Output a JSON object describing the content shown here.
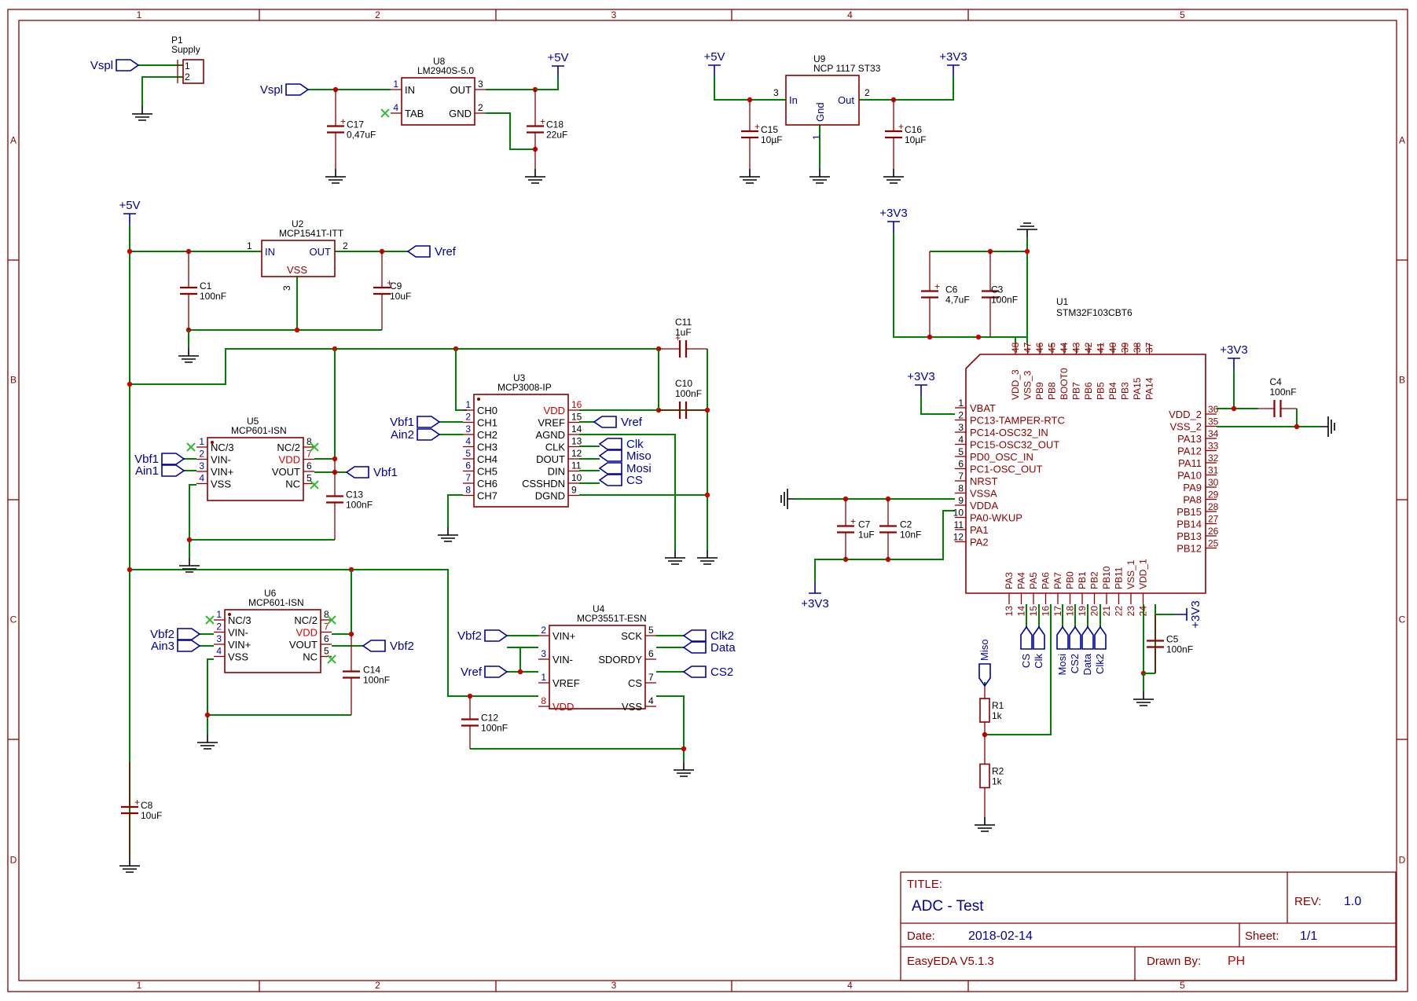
{
  "frame": {
    "columns": [
      "1",
      "2",
      "3",
      "4",
      "5"
    ],
    "rows": [
      "A",
      "B",
      "C",
      "D"
    ]
  },
  "title_block": {
    "title_label": "TITLE:",
    "title": "ADC - Test",
    "rev_label": "REV:",
    "rev": "1.0",
    "date_label": "Date:",
    "date": "2018-02-14",
    "sheet_label": "Sheet:",
    "sheet": "1/1",
    "tool": "EasyEDA V5.1.3",
    "drawn_label": "Drawn By:",
    "drawn_by": "PH"
  },
  "components": {
    "P1": {
      "ref": "P1",
      "value": "Supply",
      "pins": [
        "1",
        "2"
      ]
    },
    "U8": {
      "ref": "U8",
      "value": "LM2940S-5.0",
      "pins": [
        {
          "num": "1",
          "name": "IN"
        },
        {
          "num": "4",
          "name": "TAB"
        },
        {
          "num": "3",
          "name": "OUT"
        },
        {
          "num": "2",
          "name": "GND"
        }
      ]
    },
    "U9": {
      "ref": "U9",
      "value": "NCP 1117 ST33",
      "pins": [
        {
          "num": "3",
          "name": "In"
        },
        {
          "num": "2",
          "name": "Out"
        },
        {
          "num": "1",
          "name": "Gnd"
        }
      ]
    },
    "U2": {
      "ref": "U2",
      "value": "MCP1541T-ITT",
      "pins": [
        {
          "num": "1",
          "name": "IN"
        },
        {
          "num": "2",
          "name": "OUT"
        },
        {
          "num": "3",
          "name": "VSS"
        }
      ]
    },
    "U3": {
      "ref": "U3",
      "value": "MCP3008-IP",
      "left": [
        {
          "num": "1",
          "name": "CH0"
        },
        {
          "num": "2",
          "name": "CH1"
        },
        {
          "num": "3",
          "name": "CH2"
        },
        {
          "num": "4",
          "name": "CH3"
        },
        {
          "num": "5",
          "name": "CH4"
        },
        {
          "num": "6",
          "name": "CH5"
        },
        {
          "num": "7",
          "name": "CH6"
        },
        {
          "num": "8",
          "name": "CH7"
        }
      ],
      "right": [
        {
          "num": "16",
          "name": "VDD"
        },
        {
          "num": "15",
          "name": "VREF"
        },
        {
          "num": "14",
          "name": "AGND"
        },
        {
          "num": "13",
          "name": "CLK"
        },
        {
          "num": "12",
          "name": "DOUT"
        },
        {
          "num": "11",
          "name": "DIN"
        },
        {
          "num": "10",
          "name": "CSSHDN"
        },
        {
          "num": "9",
          "name": "DGND"
        }
      ]
    },
    "U5": {
      "ref": "U5",
      "value": "MCP601-ISN",
      "left": [
        {
          "num": "1",
          "name": "NC/3"
        },
        {
          "num": "2",
          "name": "VIN-"
        },
        {
          "num": "3",
          "name": "VIN+"
        },
        {
          "num": "4",
          "name": "VSS"
        }
      ],
      "right": [
        {
          "num": "8",
          "name": "NC/2"
        },
        {
          "num": "7",
          "name": "VDD"
        },
        {
          "num": "6",
          "name": "VOUT"
        },
        {
          "num": "5",
          "name": "NC"
        }
      ]
    },
    "U6": {
      "ref": "U6",
      "value": "MCP601-ISN",
      "left": [
        {
          "num": "1",
          "name": "NC/3"
        },
        {
          "num": "2",
          "name": "VIN-"
        },
        {
          "num": "3",
          "name": "VIN+"
        },
        {
          "num": "4",
          "name": "VSS"
        }
      ],
      "right": [
        {
          "num": "8",
          "name": "NC/2"
        },
        {
          "num": "7",
          "name": "VDD"
        },
        {
          "num": "6",
          "name": "VOUT"
        },
        {
          "num": "5",
          "name": "NC"
        }
      ]
    },
    "U4": {
      "ref": "U4",
      "value": "MCP3551T-ESN",
      "left": [
        {
          "num": "2",
          "name": "VIN+"
        },
        {
          "num": "3",
          "name": "VIN-"
        },
        {
          "num": "1",
          "name": "VREF"
        },
        {
          "num": "8",
          "name": "VDD"
        }
      ],
      "right": [
        {
          "num": "5",
          "name": "SCK"
        },
        {
          "num": "6",
          "name": "SDORDY"
        },
        {
          "num": "7",
          "name": "CS"
        },
        {
          "num": "4",
          "name": "VSS"
        }
      ]
    },
    "U1": {
      "ref": "U1",
      "value": "STM32F103CBT6",
      "left": [
        {
          "num": "1",
          "name": "VBAT"
        },
        {
          "num": "2",
          "name": "PC13-TAMPER-RTC"
        },
        {
          "num": "3",
          "name": "PC14-OSC32_IN"
        },
        {
          "num": "4",
          "name": "PC15-OSC32_OUT"
        },
        {
          "num": "5",
          "name": "PD0_OSC_IN"
        },
        {
          "num": "6",
          "name": "PC1-OSC_OUT"
        },
        {
          "num": "7",
          "name": "NRST"
        },
        {
          "num": "8",
          "name": "VSSA"
        },
        {
          "num": "9",
          "name": "VDDA"
        },
        {
          "num": "10",
          "name": "PA0-WKUP"
        },
        {
          "num": "11",
          "name": "PA1"
        },
        {
          "num": "12",
          "name": "PA2"
        }
      ],
      "right": [
        {
          "num": "36",
          "name": "VDD_2"
        },
        {
          "num": "35",
          "name": "VSS_2"
        },
        {
          "num": "34",
          "name": "PA13"
        },
        {
          "num": "33",
          "name": "PA12"
        },
        {
          "num": "32",
          "name": "PA11"
        },
        {
          "num": "31",
          "name": "PA10"
        },
        {
          "num": "30",
          "name": "PA9"
        },
        {
          "num": "29",
          "name": "PA8"
        },
        {
          "num": "28",
          "name": "PB15"
        },
        {
          "num": "27",
          "name": "PB14"
        },
        {
          "num": "26",
          "name": "PB13"
        },
        {
          "num": "25",
          "name": "PB12"
        }
      ],
      "top": [
        {
          "num": "48",
          "name": "VDD_3"
        },
        {
          "num": "47",
          "name": "VSS_3"
        },
        {
          "num": "46",
          "name": "PB9"
        },
        {
          "num": "45",
          "name": "PB8"
        },
        {
          "num": "44",
          "name": "BOOT0"
        },
        {
          "num": "43",
          "name": "PB7"
        },
        {
          "num": "42",
          "name": "PB6"
        },
        {
          "num": "41",
          "name": "PB5"
        },
        {
          "num": "40",
          "name": "PB4"
        },
        {
          "num": "39",
          "name": "PB3"
        },
        {
          "num": "38",
          "name": "PA15"
        },
        {
          "num": "37",
          "name": "PA14"
        }
      ],
      "bottom": [
        {
          "num": "13",
          "name": "PA3"
        },
        {
          "num": "14",
          "name": "PA4"
        },
        {
          "num": "15",
          "name": "PA5"
        },
        {
          "num": "16",
          "name": "PA6"
        },
        {
          "num": "17",
          "name": "PA7"
        },
        {
          "num": "18",
          "name": "PB0"
        },
        {
          "num": "19",
          "name": "PB1"
        },
        {
          "num": "20",
          "name": "PB2"
        },
        {
          "num": "21",
          "name": "PB10"
        },
        {
          "num": "22",
          "name": "PB11"
        },
        {
          "num": "23",
          "name": "VSS_1"
        },
        {
          "num": "24",
          "name": "VDD_1"
        }
      ]
    }
  },
  "passives": [
    {
      "ref": "C17",
      "value": "0,47uF"
    },
    {
      "ref": "C18",
      "value": "22uF"
    },
    {
      "ref": "C15",
      "value": "10µF"
    },
    {
      "ref": "C16",
      "value": "10µF"
    },
    {
      "ref": "C1",
      "value": "100nF"
    },
    {
      "ref": "C9",
      "value": "10uF"
    },
    {
      "ref": "C11",
      "value": "1uF"
    },
    {
      "ref": "C10",
      "value": "100nF"
    },
    {
      "ref": "C13",
      "value": "100nF"
    },
    {
      "ref": "C14",
      "value": "100nF"
    },
    {
      "ref": "C12",
      "value": "100nF"
    },
    {
      "ref": "C8",
      "value": "10uF"
    },
    {
      "ref": "C6",
      "value": "4,7uF"
    },
    {
      "ref": "C3",
      "value": "100nF"
    },
    {
      "ref": "C4",
      "value": "100nF"
    },
    {
      "ref": "C7",
      "value": "1uF"
    },
    {
      "ref": "C2",
      "value": "10nF"
    },
    {
      "ref": "C5",
      "value": "100nF"
    },
    {
      "ref": "R1",
      "value": "1k"
    },
    {
      "ref": "R2",
      "value": "1k"
    }
  ],
  "power_labels": {
    "p5v": "+5V",
    "p3v3": "+3V3"
  },
  "net_labels": {
    "vspl": "Vspl",
    "vref": "Vref",
    "vbf1": "Vbf1",
    "vbf2": "Vbf2",
    "ain1": "Ain1",
    "ain2": "Ain2",
    "ain3": "Ain3",
    "clk": "Clk",
    "miso": "Miso",
    "mosi": "Mosi",
    "cs": "CS",
    "clk2": "Clk2",
    "data": "Data",
    "cs2": "CS2"
  }
}
